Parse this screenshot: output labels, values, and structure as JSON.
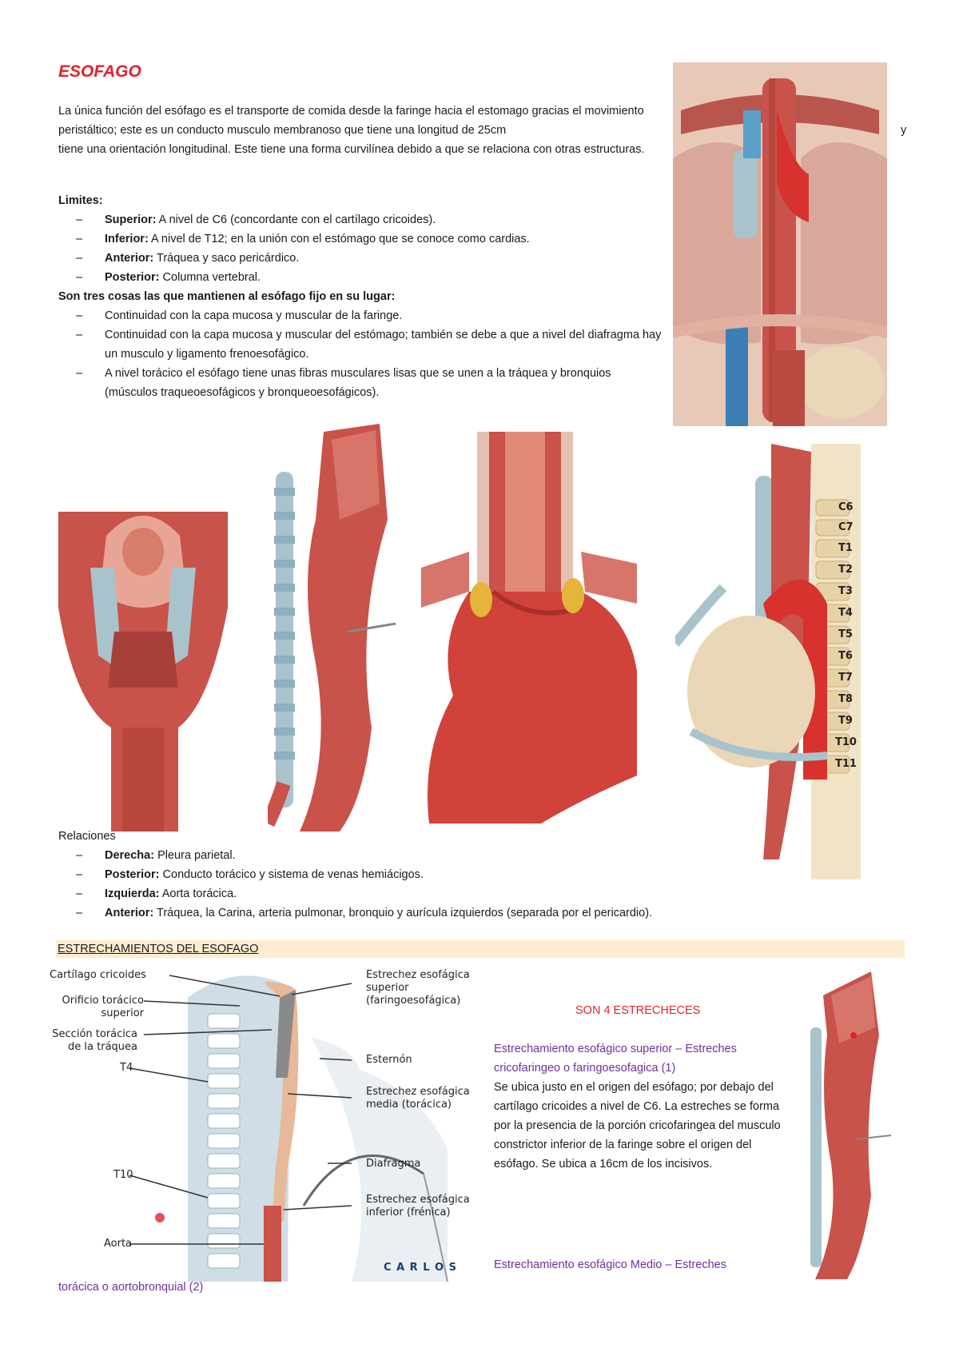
{
  "title": "ESOFAGO",
  "intro_main": "La única función del esófago es el transporte de comida desde la faringe hacia el estomago gracias el movimiento peristáltico; este es un conducto musculo membranoso que tiene una longitud de 25cm",
  "intro_y": "y",
  "intro_tail": "tiene una orientación longitudinal. Este tiene una forma curvilínea debido a que se relaciona con otras estructuras.",
  "limits": {
    "heading": "Limites:",
    "items": [
      {
        "label": "Superior:",
        "text": " A nivel de C6 (concordante con el cartílago cricoides)."
      },
      {
        "label": "Inferior:",
        "text": " A nivel de T12; en la unión con el estómago que se conoce como cardias."
      },
      {
        "label": "Anterior:",
        "text": " Tráquea y saco pericárdico."
      },
      {
        "label": "Posterior:",
        "text": " Columna vertebral."
      }
    ]
  },
  "fixation": {
    "heading": "Son tres cosas las que mantienen al esófago fijo en su lugar:",
    "items": [
      "Continuidad con la capa mucosa y muscular de la faringe.",
      "Continuidad con la capa mucosa y muscular del estómago; también se debe a que a nivel del diafragma hay un musculo y ligamento frenoesofágico.",
      "A nivel torácico el esófago tiene unas fibras musculares lisas que se unen a la tráquea y bronquios (músculos traqueoesofágicos y bronqueoesofágicos)."
    ]
  },
  "spine_labels": [
    "C6",
    "C7",
    "T1",
    "T2",
    "T3",
    "T4",
    "T5",
    "T6",
    "T7",
    "T8",
    "T9",
    "T10",
    "T11"
  ],
  "relations": {
    "heading": "Relaciones",
    "items": [
      {
        "label": "Derecha:",
        "text": " Pleura parietal."
      },
      {
        "label": "Posterior:",
        "text": " Conducto torácico y sistema de venas hemiácigos."
      },
      {
        "label": "Izquierda:",
        "text": " Aorta torácica."
      },
      {
        "label": "Anterior:",
        "text": " Tráquea, la Carina, arteria pulmonar, bronquio y aurícula izquierdos (separada por el pericardio)."
      }
    ]
  },
  "section_heading": "ESTRECHAMIENTOS DEL ESOFAGO",
  "diagram_labels": {
    "cricoides": "Cartílago cricoides",
    "orificio": "Orificio torácico superior",
    "seccion": "Sección torácica de la tráquea",
    "t4": "T4",
    "t10": "T10",
    "aorta": "Aorta",
    "estrechez_sup": "Estrechez esofágica superior (faringoesofágica)",
    "esternon": "Esternón",
    "estrechez_media": "Estrechez esofágica media (torácica)",
    "diafragma": "Diafragma",
    "estrechez_inf": "Estrechez esofágica inferior (frénica)",
    "credit": "C A R L O S"
  },
  "narrowings": {
    "count_heading": "SON 4 ESTRECHECES",
    "upper_title": "Estrechamiento esofágico superior – Estreches cricofaringeo o faringoesofagica (1)",
    "upper_text": "Se ubica justo en el origen del esófago; por debajo del cartílago cricoides a nivel de C6. La estreches se forma por la presencia de la porción cricofaringea del musculo constrictor inferior de la faringe sobre el origen del esófago. Se ubica a 16cm de los incisivos.",
    "middle_title": "Estrechamiento esofágico Medio – Estreches",
    "middle_cont": "torácica o aortobronquial (2)"
  },
  "colors": {
    "title_red": "#e5202a",
    "purple": "#7030a0",
    "band": "#fdeccf",
    "muscle": "#c9524a",
    "cartilage": "#a9c3cc"
  }
}
